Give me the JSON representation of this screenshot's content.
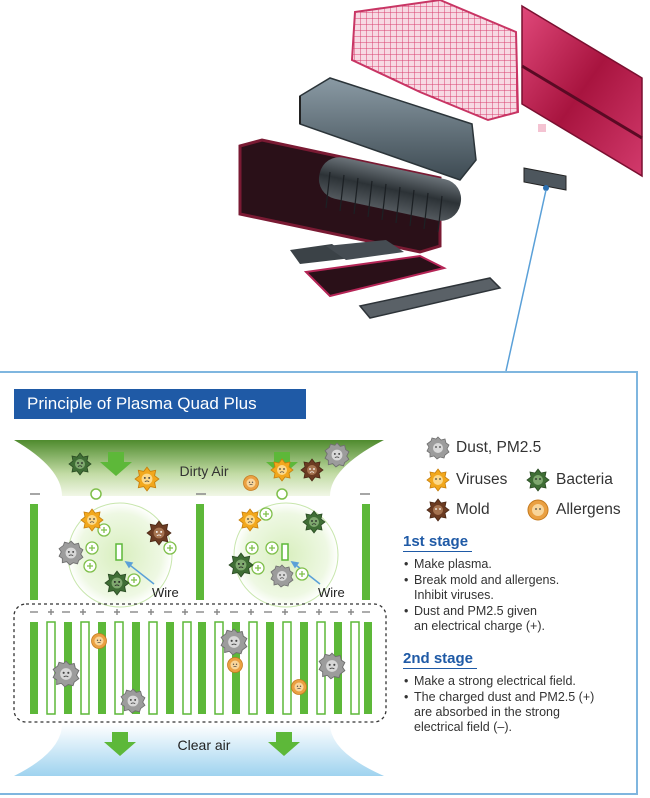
{
  "panel": {
    "title": "Principle of Plasma Quad Plus"
  },
  "diagram": {
    "dirty_air_label": "Dirty Air",
    "clear_air_label": "Clear air",
    "wire_label": "Wire"
  },
  "legend": {
    "dust": "Dust, PM2.5",
    "viruses": "Viruses",
    "bacteria": "Bacteria",
    "mold": "Mold",
    "allergens": "Allergens"
  },
  "stage1": {
    "heading": "1st stage",
    "items": [
      [
        "Make plasma."
      ],
      [
        "Break mold and allergens.",
        "Inhibit viruses."
      ],
      [
        "Dust and PM2.5 given",
        "an electrical charge (+)."
      ]
    ]
  },
  "stage2": {
    "heading": "2nd stage",
    "items": [
      [
        "Make a strong electrical field."
      ],
      [
        "The charged dust and PM2.5 (+)",
        "are absorbed in the strong",
        "electrical field (–)."
      ]
    ]
  },
  "colors": {
    "title_bg": "#1f5aa6",
    "panel_border": "#7fb6df",
    "electrode_green": "#5db839",
    "dust": "#9c9c9c",
    "virus": "#f2a81d",
    "bacteria": "#3f6e35",
    "mold": "#6b3b22",
    "allergen": "#eaa042"
  }
}
